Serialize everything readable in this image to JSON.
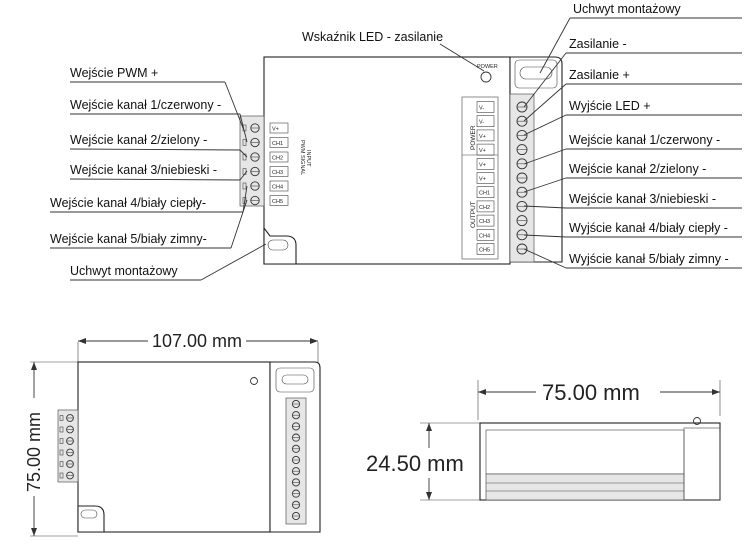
{
  "top_view": {
    "labels_left": [
      "Wejście PWM +",
      "Wejście kanał 1/czerwony  -",
      "Wejście kanał 2/zielony -",
      "Wejście kanał 3/niebieski -",
      "Wejście kanał 4/biały ciepły-",
      "Wejście kanał 5/biały zimny-",
      "Uchwyt montażowy"
    ],
    "label_top_center": "Wskaźnik LED - zasilanie",
    "labels_right": [
      "Uchwyt montażowy",
      "Zasilanie -",
      "Zasilanie +",
      "Wyjście LED +",
      "Wejście kanał 1/czerwony  -",
      "Wejście kanał 2/zielony -",
      "Wejście kanał 3/niebieski -",
      "Wyjście kanał 4/biały ciepły -",
      "Wyjście kanał 5/biały zimny -"
    ],
    "input_pins": [
      "V+",
      "CH1",
      "CH2",
      "CH3",
      "CH4",
      "CH5"
    ],
    "input_title": "INPUT",
    "input_subtitle": "PWM SIGNAL",
    "power_led_text": "POWER",
    "power_section": "POWER",
    "output_section": "OUTPUT",
    "output_pins": [
      "V-",
      "V-",
      "V+",
      "V+",
      "V+",
      "V+",
      "CH1",
      "CH2",
      "CH3",
      "CH4",
      "CH5"
    ]
  },
  "front_view": {
    "width_dim": "107.00 mm",
    "height_dim": "75.00 mm"
  },
  "side_view": {
    "width_dim": "75.00 mm",
    "height_dim": "24.50 mm"
  },
  "colors": {
    "stroke": "#222222",
    "body": "#ffffff",
    "terminal": "#e6e6e6"
  }
}
